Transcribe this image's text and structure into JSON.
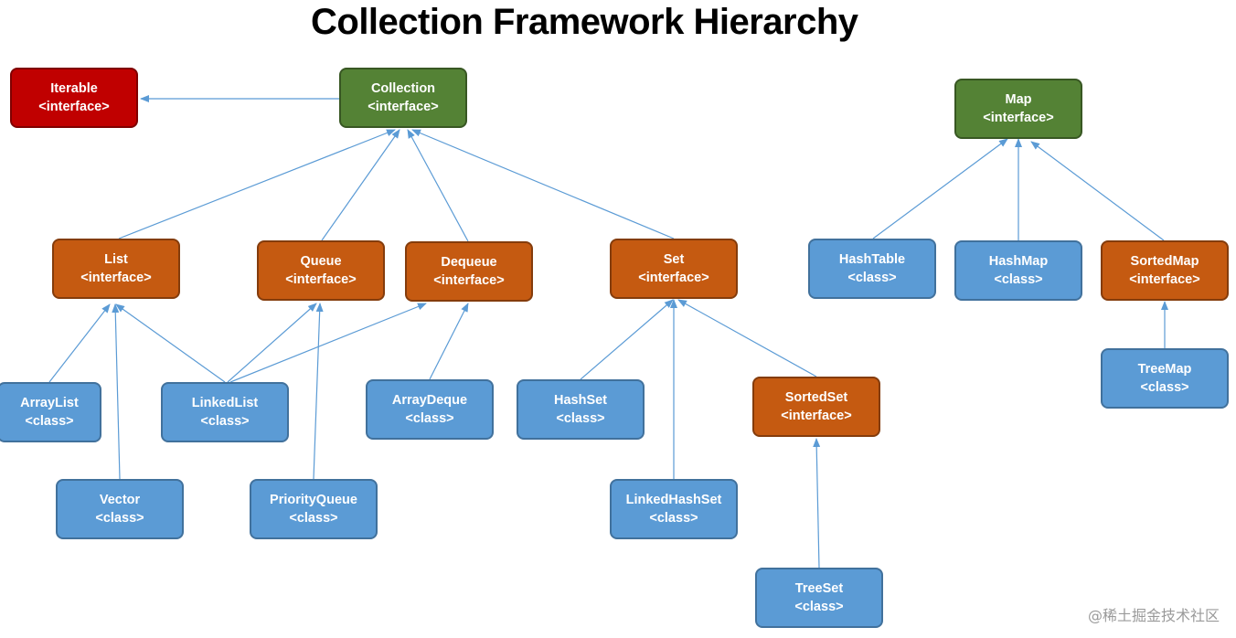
{
  "title": "Collection Framework Hierarchy",
  "watermark": "@稀土掘金技术社区",
  "colors": {
    "class": "#5b9bd5",
    "interface": "#c55a11",
    "root_interface": "#548235",
    "iterable": "#c00000",
    "edge": "#5b9bd5"
  },
  "nodes": {
    "iterable": {
      "name": "Iterable",
      "type": "<interface>"
    },
    "collection": {
      "name": "Collection",
      "type": "<interface>"
    },
    "map": {
      "name": "Map",
      "type": "<interface>"
    },
    "list": {
      "name": "List",
      "type": "<interface>"
    },
    "queue": {
      "name": "Queue",
      "type": "<interface>"
    },
    "dequeue": {
      "name": "Dequeue",
      "type": "<interface>"
    },
    "set": {
      "name": "Set",
      "type": "<interface>"
    },
    "hashtable": {
      "name": "HashTable",
      "type": "<class>"
    },
    "hashmap": {
      "name": "HashMap",
      "type": "<class>"
    },
    "sortedmap": {
      "name": "SortedMap",
      "type": "<interface>"
    },
    "treemap": {
      "name": "TreeMap",
      "type": "<class>"
    },
    "arraylist": {
      "name": "ArrayList",
      "type": "<class>"
    },
    "linkedlist": {
      "name": "LinkedList",
      "type": "<class>"
    },
    "arraydeque": {
      "name": "ArrayDeque",
      "type": "<class>"
    },
    "hashset": {
      "name": "HashSet",
      "type": "<class>"
    },
    "sortedset": {
      "name": "SortedSet",
      "type": "<interface>"
    },
    "vector": {
      "name": "Vector",
      "type": "<class>"
    },
    "priorityqueue": {
      "name": "PriorityQueue",
      "type": "<class>"
    },
    "linkedhashset": {
      "name": "LinkedHashSet",
      "type": "<class>"
    },
    "treeset": {
      "name": "TreeSet",
      "type": "<class>"
    }
  },
  "edges": [
    [
      "collection",
      "iterable"
    ],
    [
      "list",
      "collection"
    ],
    [
      "queue",
      "collection"
    ],
    [
      "dequeue",
      "collection"
    ],
    [
      "set",
      "collection"
    ],
    [
      "arraylist",
      "list"
    ],
    [
      "vector",
      "list"
    ],
    [
      "linkedlist",
      "list"
    ],
    [
      "linkedlist",
      "queue"
    ],
    [
      "linkedlist",
      "dequeue"
    ],
    [
      "priorityqueue",
      "queue"
    ],
    [
      "arraydeque",
      "dequeue"
    ],
    [
      "hashset",
      "set"
    ],
    [
      "linkedhashset",
      "set"
    ],
    [
      "sortedset",
      "set"
    ],
    [
      "treeset",
      "sortedset"
    ],
    [
      "hashtable",
      "map"
    ],
    [
      "hashmap",
      "map"
    ],
    [
      "sortedmap",
      "map"
    ],
    [
      "treemap",
      "sortedmap"
    ]
  ]
}
